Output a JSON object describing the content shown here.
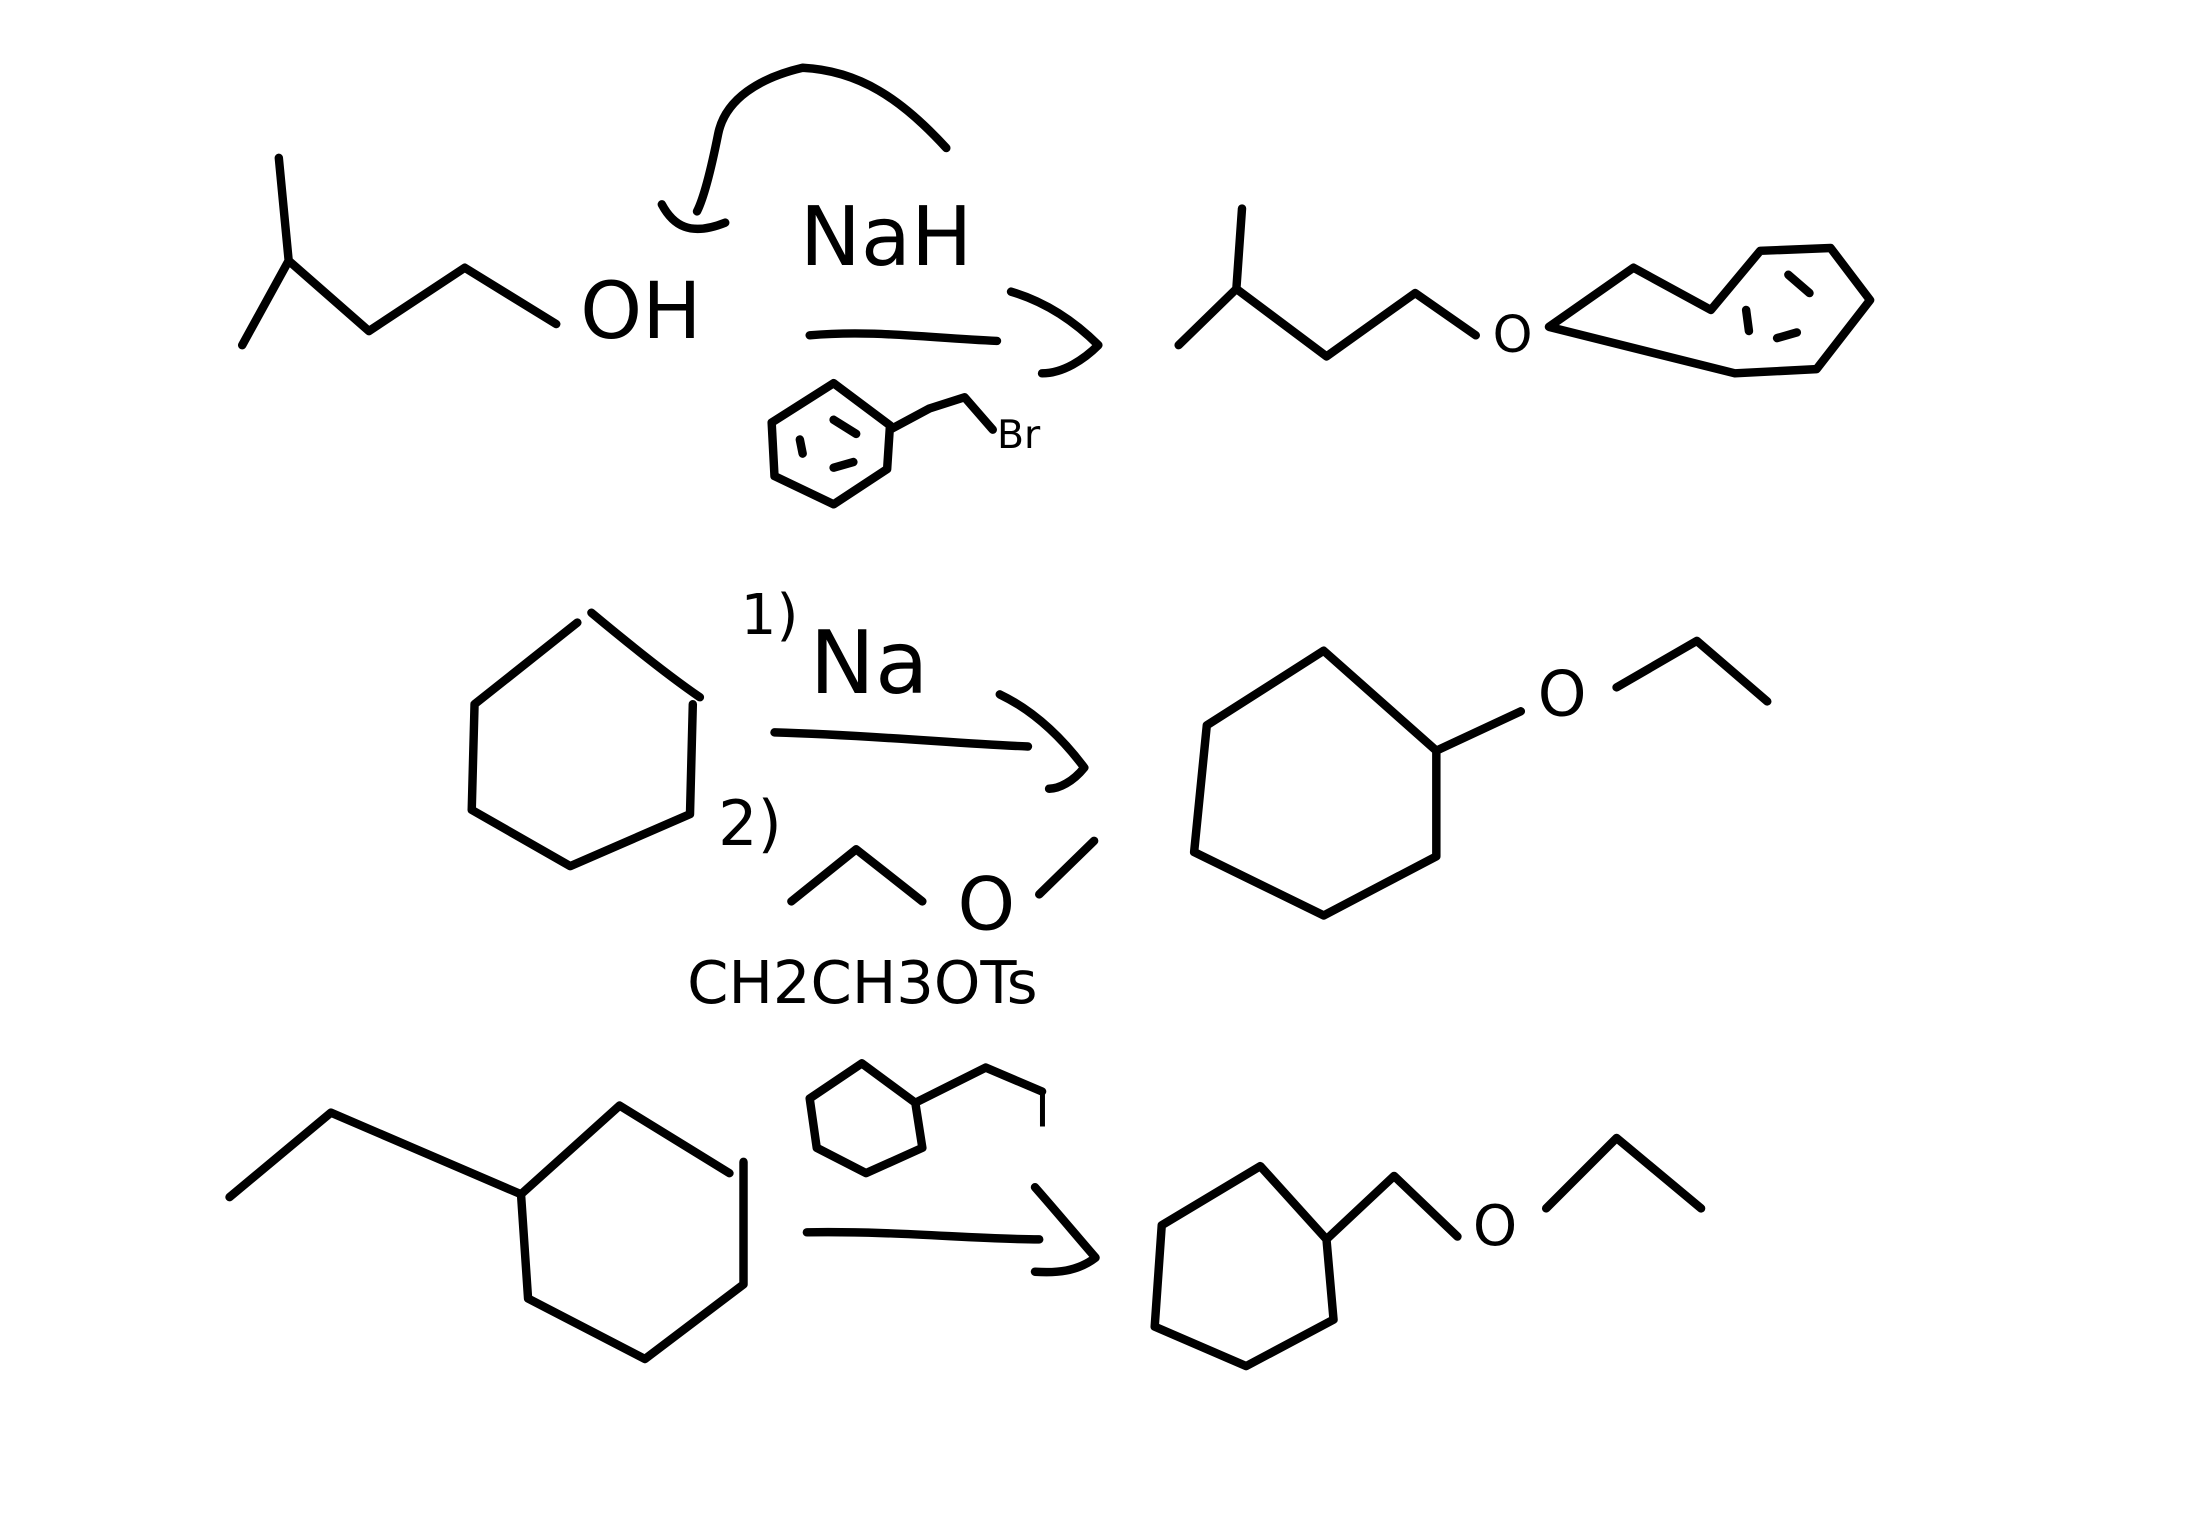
{
  "canvas": {
    "background": "#ffffff",
    "ink": "#000000"
  },
  "reaction1": {
    "reactant_label": "OH",
    "reagent_label": "NaH",
    "reagent2_label": "Br",
    "product_label": "O"
  },
  "reaction2": {
    "step1_number": "1)",
    "step1_label": "Na",
    "step2_number": "2)",
    "step2_structure_label": "O",
    "step2_label": "CH2CH3OTs",
    "product_label": "O"
  },
  "reaction3": {
    "reagent_label": "I",
    "product_label": "O"
  }
}
